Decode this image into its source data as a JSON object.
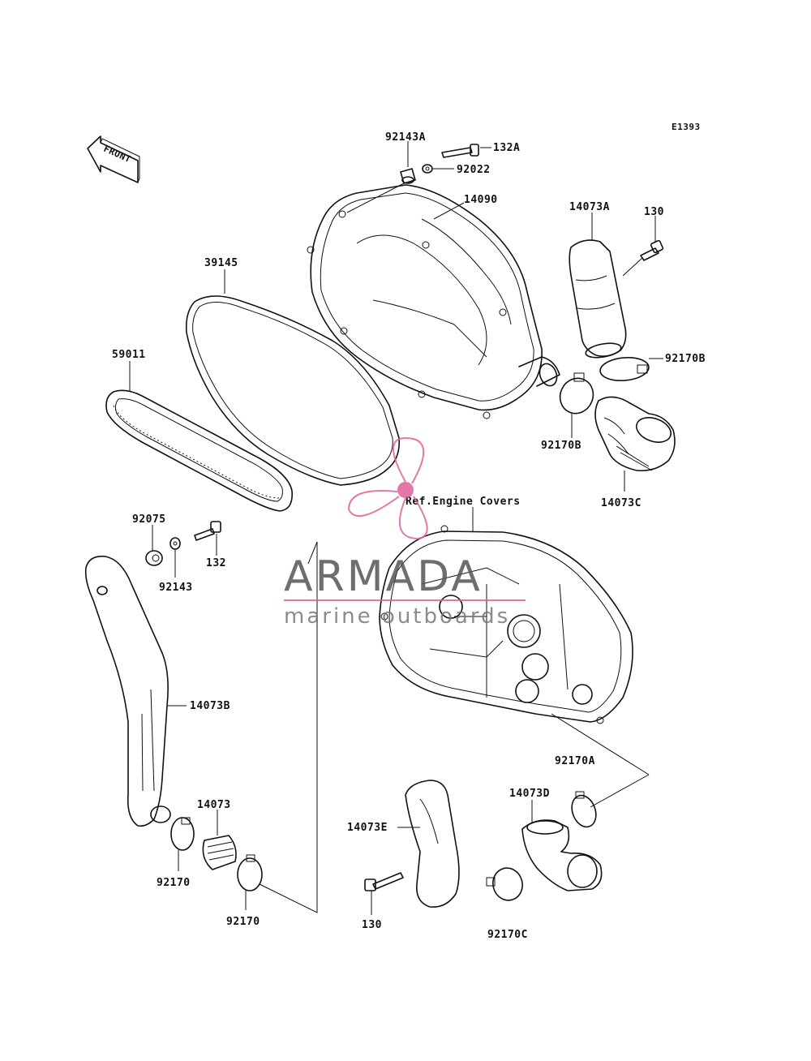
{
  "diagram_code": "E1393",
  "front_arrow_label": "FRONT",
  "ref_label": "Ref.Engine Covers",
  "parts": {
    "p92143A": "92143A",
    "p132A": "132A",
    "p92022": "92022",
    "p14090": "14090",
    "p14073A": "14073A",
    "p130_top": "130",
    "p39145": "39145",
    "p59011": "59011",
    "p92170B_right": "92170B",
    "p92170B_left": "92170B",
    "p14073C": "14073C",
    "p92075": "92075",
    "p92143": "92143",
    "p132": "132",
    "p14073B": "14073B",
    "p92170A": "92170A",
    "p14073": "14073",
    "p92170_a": "92170",
    "p92170_b": "92170",
    "p14073D": "14073D",
    "p14073E": "14073E",
    "p130_bottom": "130",
    "p92170C": "92170C"
  },
  "watermark": {
    "brand": "ARMADA",
    "tagline": "marine outboards",
    "color": "#e0609a"
  }
}
